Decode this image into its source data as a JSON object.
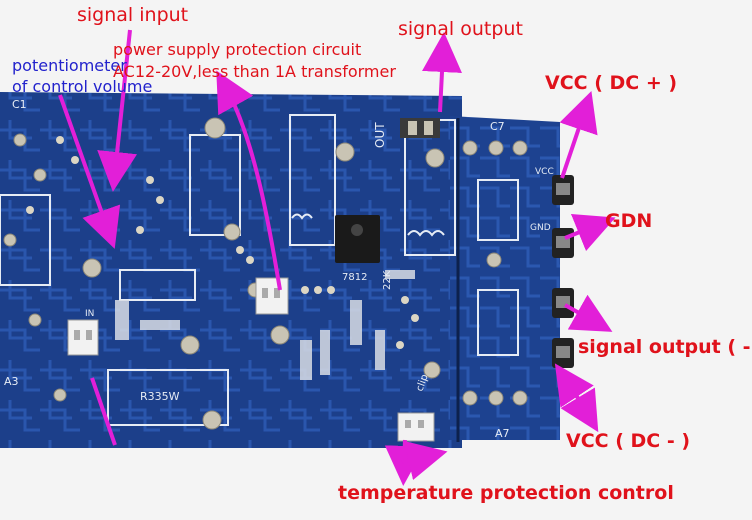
{
  "labels": {
    "signal_input": "signal input",
    "signal_output_top": "signal output",
    "potentiometer_line1": "potentiometer",
    "potentiometer_line2": "of control volume",
    "power_line1": "power supply protection circuit",
    "power_line2": "AC12-20V,less than 1A transformer",
    "vcc_plus": "VCC ( DC + )",
    "gdn": "GDN",
    "signal_output_minus": "signal output ( - )",
    "vcc_minus": "VCC ( DC - )",
    "temperature": "temperature protection control"
  },
  "board_text": {
    "out": "OUT",
    "c7": "C7",
    "a7": "A7",
    "vcc": "VCC",
    "gnd": "GND",
    "in": "IN",
    "c1": "C1",
    "a3": "A3",
    "clip": "clip",
    "r335w": "R335W",
    "lm": "7812",
    "k22": "22K"
  },
  "colors": {
    "pcb": "#1c3f8a",
    "pcb_dark": "#102a63",
    "silk": "#e6ecf5",
    "pad": "#c9c4b4",
    "arrow": "#e21fd8",
    "label_red": "#e0121b",
    "label_blue": "#2222cc",
    "connector": "#f2f2f2"
  }
}
